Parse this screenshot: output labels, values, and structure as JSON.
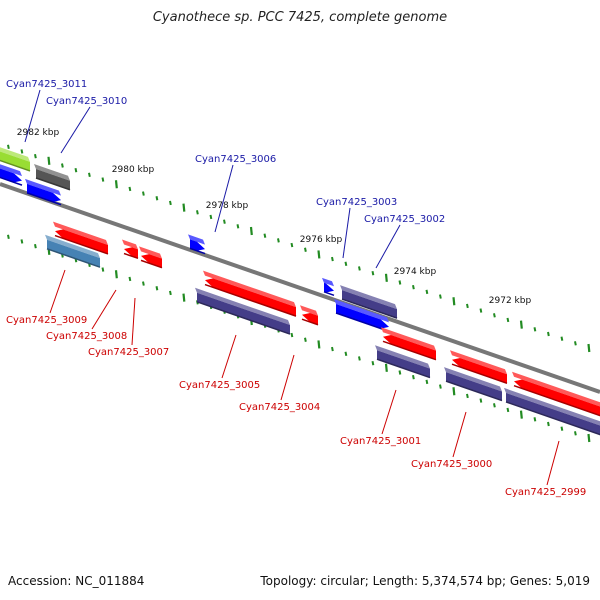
{
  "title": "Cyanothece sp. PCC 7425, complete genome",
  "footer": {
    "accession": "Accession: NC_011884",
    "summary": "Topology: circular; Length: 5,374,574 bp; Genes: 5,019"
  },
  "colors": {
    "backbone": "#777777",
    "tick": "#228b22",
    "forward_label": "#1a1aa6",
    "reverse_label": "#cc0000",
    "cds": "#ff0000",
    "cds_blue": "#0000ff",
    "gene_dark": "#443d88",
    "gene_steel": "#4682b4",
    "gene_lime": "#99dd33",
    "gene_gray": "#555555"
  },
  "scale_labels": [
    "2982 kbp",
    "2980 kbp",
    "2978 kbp",
    "2976 kbp",
    "2974 kbp",
    "2972 kbp"
  ],
  "forward_genes": [
    "Cyan7425_3011",
    "Cyan7425_3010",
    "Cyan7425_3006",
    "Cyan7425_3003",
    "Cyan7425_3002"
  ],
  "reverse_genes": [
    "Cyan7425_3009",
    "Cyan7425_3008",
    "Cyan7425_3007",
    "Cyan7425_3005",
    "Cyan7425_3004",
    "Cyan7425_3001",
    "Cyan7425_3000",
    "Cyan7425_2999"
  ]
}
